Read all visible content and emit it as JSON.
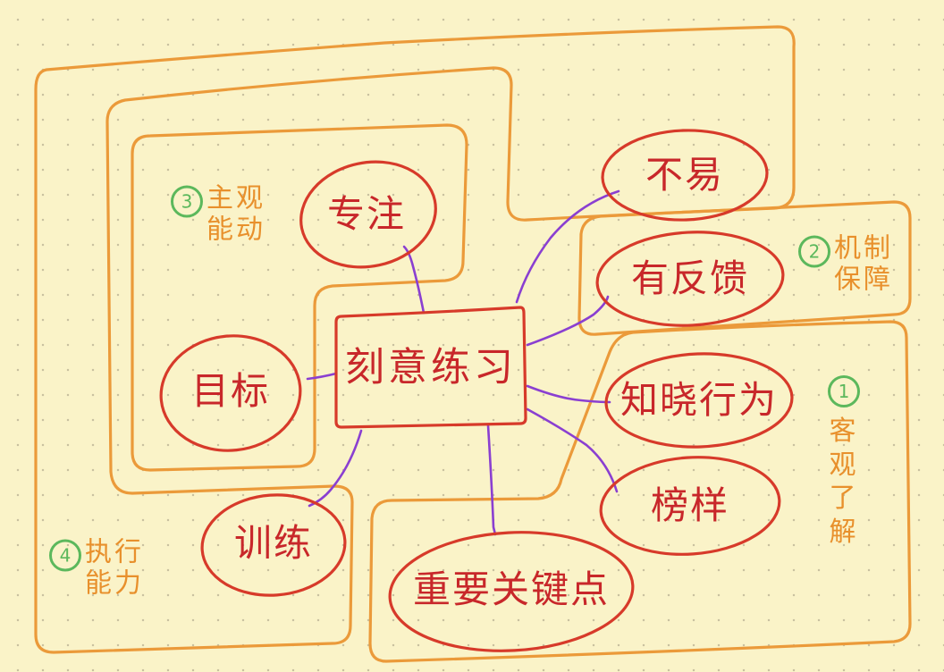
{
  "diagram": {
    "center": "刻意练习",
    "nodes": {
      "focus": "专注",
      "goal": "目标",
      "train": "训练",
      "keypoints": "重要关键点",
      "not_easy": "不易",
      "feedback": "有反馈",
      "know_how": "知晓行为",
      "role_model": "榜样"
    },
    "groups": {
      "g3": {
        "number": "3",
        "lines": [
          "主观",
          "能动"
        ]
      },
      "g2": {
        "number": "2",
        "lines": [
          "机制",
          "保障"
        ]
      },
      "g1": {
        "number": "1",
        "lines": [
          "客",
          "观",
          "了",
          "解"
        ]
      },
      "g4": {
        "number": "4",
        "lines": [
          "执行",
          "能力"
        ]
      }
    },
    "colors": {
      "background": "#faf3c8",
      "node_outline": "#d73a2a",
      "node_text": "#c8272a",
      "group_outline": "#eb9a3a",
      "group_text": "#e8902c",
      "connector": "#8a3fd1",
      "number_circle": "#5cb85c"
    }
  }
}
